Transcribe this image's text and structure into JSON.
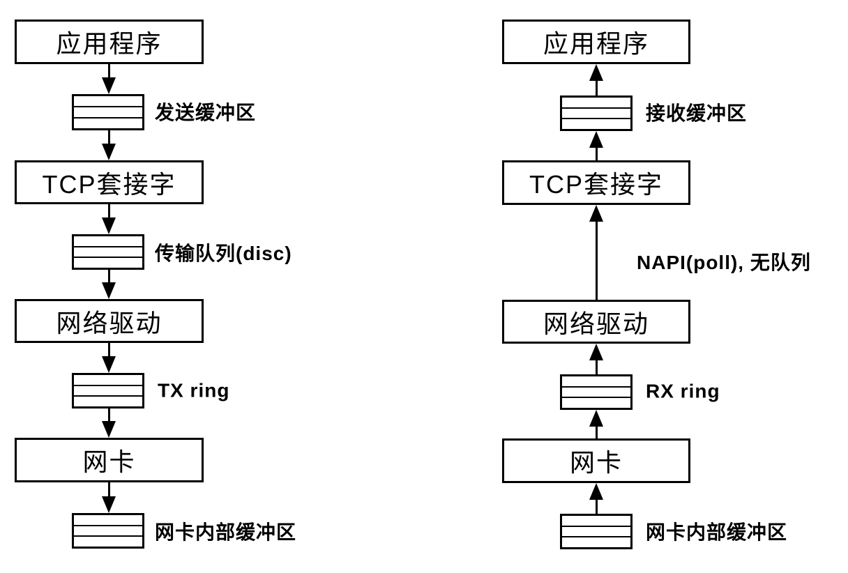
{
  "diagram_title_implied": "",
  "colors": {
    "stroke": "#000000",
    "background": "#ffffff",
    "box_fill": "#ffffff"
  },
  "left": {
    "direction": "down",
    "app_box": "应用程序",
    "send_buffer_label": "发送缓冲区",
    "tcp_box": "TCP套接字",
    "transmit_queue_label": "传输队列(disc)",
    "driver_box": "网络驱动",
    "tx_ring_label": "TX ring",
    "nic_box": "网卡",
    "nic_buffer_label": "网卡内部缓冲区"
  },
  "right": {
    "direction": "up",
    "app_box": "应用程序",
    "recv_buffer_label": "接收缓冲区",
    "tcp_box": "TCP套接字",
    "napi_label": "NAPI(poll), 无队列",
    "driver_box": "网络驱动",
    "rx_ring_label": "RX ring",
    "nic_box": "网卡",
    "nic_buffer_label": "网卡内部缓冲区"
  }
}
